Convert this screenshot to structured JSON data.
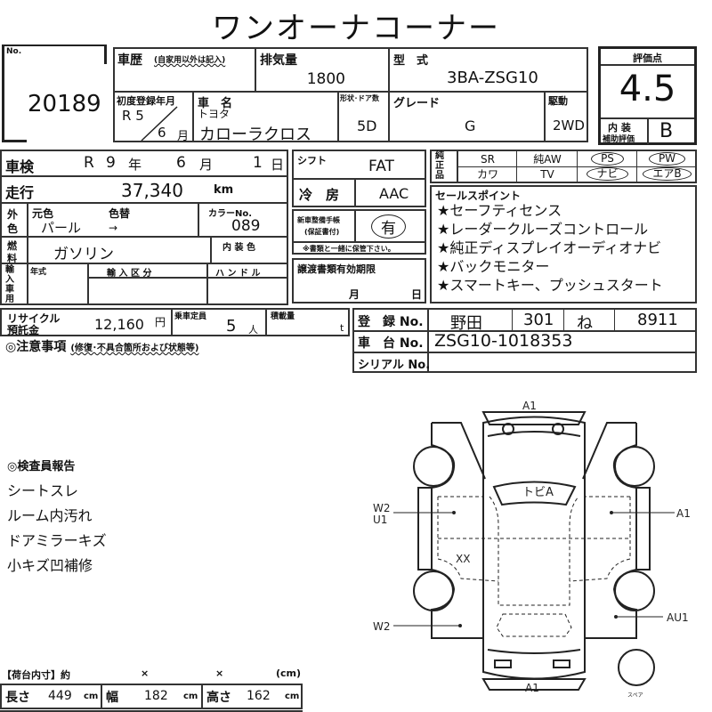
{
  "title": "ワンオーナコーナー",
  "lot": {
    "label": "No.",
    "number": "20189"
  },
  "history": {
    "label": "車歴",
    "note": "(自家用以外は記入)"
  },
  "displacement": {
    "label": "排気量",
    "value": "1800"
  },
  "model_code": {
    "label": "型　式",
    "value": "3BA-ZSG10"
  },
  "first_reg": {
    "label": "初度登録年月",
    "era_year": "R 5",
    "month": "6",
    "month_unit": "月"
  },
  "car_name": {
    "label": "車　名",
    "maker": "トヨタ",
    "name": "カローラクロス"
  },
  "doors": {
    "label": "形状･ドア数",
    "value": "5D"
  },
  "grade": {
    "label": "グレード",
    "value": "G"
  },
  "drive": {
    "label": "駆動",
    "value": "2WD"
  },
  "score": {
    "label": "評価点",
    "value": "4.5",
    "interior_label_1": "内 装",
    "interior_label_2": "補助評価",
    "interior_value": "B"
  },
  "inspection": {
    "label": "車検",
    "era": "R",
    "year": "9",
    "year_unit": "年",
    "month": "6",
    "month_unit": "月",
    "day": "1",
    "day_unit": "日"
  },
  "mileage": {
    "label": "走行",
    "value": "37,340",
    "unit": "km"
  },
  "color": {
    "label_1": "外",
    "label_2": "色",
    "orig_label": "元色",
    "change_label": "色替",
    "orig": "パール",
    "change": "→",
    "no_label": "カラーNo.",
    "no": "089"
  },
  "fuel": {
    "label_1": "燃",
    "label_2": "料",
    "value": "ガソリン",
    "interior_color_label": "内 装 色"
  },
  "import": {
    "label": "輸入車用",
    "year_label": "年式",
    "class_label": "輸 入 区 分",
    "handle_label": "ハ ン ド ル"
  },
  "recycle": {
    "label_1": "リサイクル",
    "label_2": "預託金",
    "value": "12,160",
    "unit": "円"
  },
  "capacity": {
    "label": "乗車定員",
    "value": "5",
    "unit": "人"
  },
  "load": {
    "label": "積載量",
    "unit": "t"
  },
  "notes_heading": "◎注意事項",
  "notes_sub": "(修復･不具合箇所および状態等)",
  "shift": {
    "label": "シフト",
    "value": "FAT"
  },
  "ac": {
    "label": "冷　房",
    "value": "AAC"
  },
  "manual": {
    "label_1": "新車整備手帳",
    "label_2": "(保証書付)",
    "value": "有",
    "note": "※書類と一緒に保管下さい。"
  },
  "transfer": {
    "label": "譲渡書類有効期限",
    "month_unit": "月",
    "day_unit": "日"
  },
  "equipment": {
    "label": "純正品",
    "items": [
      {
        "t": "SR",
        "c": false
      },
      {
        "t": "純AW",
        "c": false
      },
      {
        "t": "PS",
        "c": true
      },
      {
        "t": "PW",
        "c": true
      },
      {
        "t": "カワ",
        "c": false
      },
      {
        "t": "TV",
        "c": false
      },
      {
        "t": "ナビ",
        "c": true
      },
      {
        "t": "エアB",
        "c": true
      }
    ]
  },
  "sales": {
    "label": "セールスポイント",
    "items": [
      "★セーフティセンス",
      "★レーダークルーズコントロール",
      "★純正ディスプレイオーディオナビ",
      "★バックモニター",
      "★スマートキー、プッシュスタート"
    ]
  },
  "registration": {
    "label": "登　録 No.",
    "area": "野田",
    "class": "301",
    "kana": "ね",
    "number": "8911"
  },
  "chassis": {
    "label": "車　台 No.",
    "value": "ZSG10-1018353"
  },
  "serial": {
    "label": "シリアル No."
  },
  "inspector": {
    "heading": "◎検査員報告",
    "items": [
      "シートスレ",
      "ルーム内汚れ",
      "ドアミラーキズ",
      "小キズ凹補修"
    ]
  },
  "diagram": {
    "top": "A1",
    "windshield": "トビA",
    "left_front_1": "W2",
    "left_front_2": "U1",
    "right_front": "A1",
    "left_mid": "XX",
    "left_rear": "W2",
    "right_rear": "AU1",
    "bottom": "A1",
    "spare": "スペア"
  },
  "cargo": {
    "label": "【荷台内寸】約",
    "x1": "×",
    "x2": "×",
    "unit": "(cm)",
    "length_label": "長さ",
    "length": "449",
    "width_label": "幅",
    "width": "182",
    "height_label": "高さ",
    "height": "162",
    "cm": "cm"
  }
}
